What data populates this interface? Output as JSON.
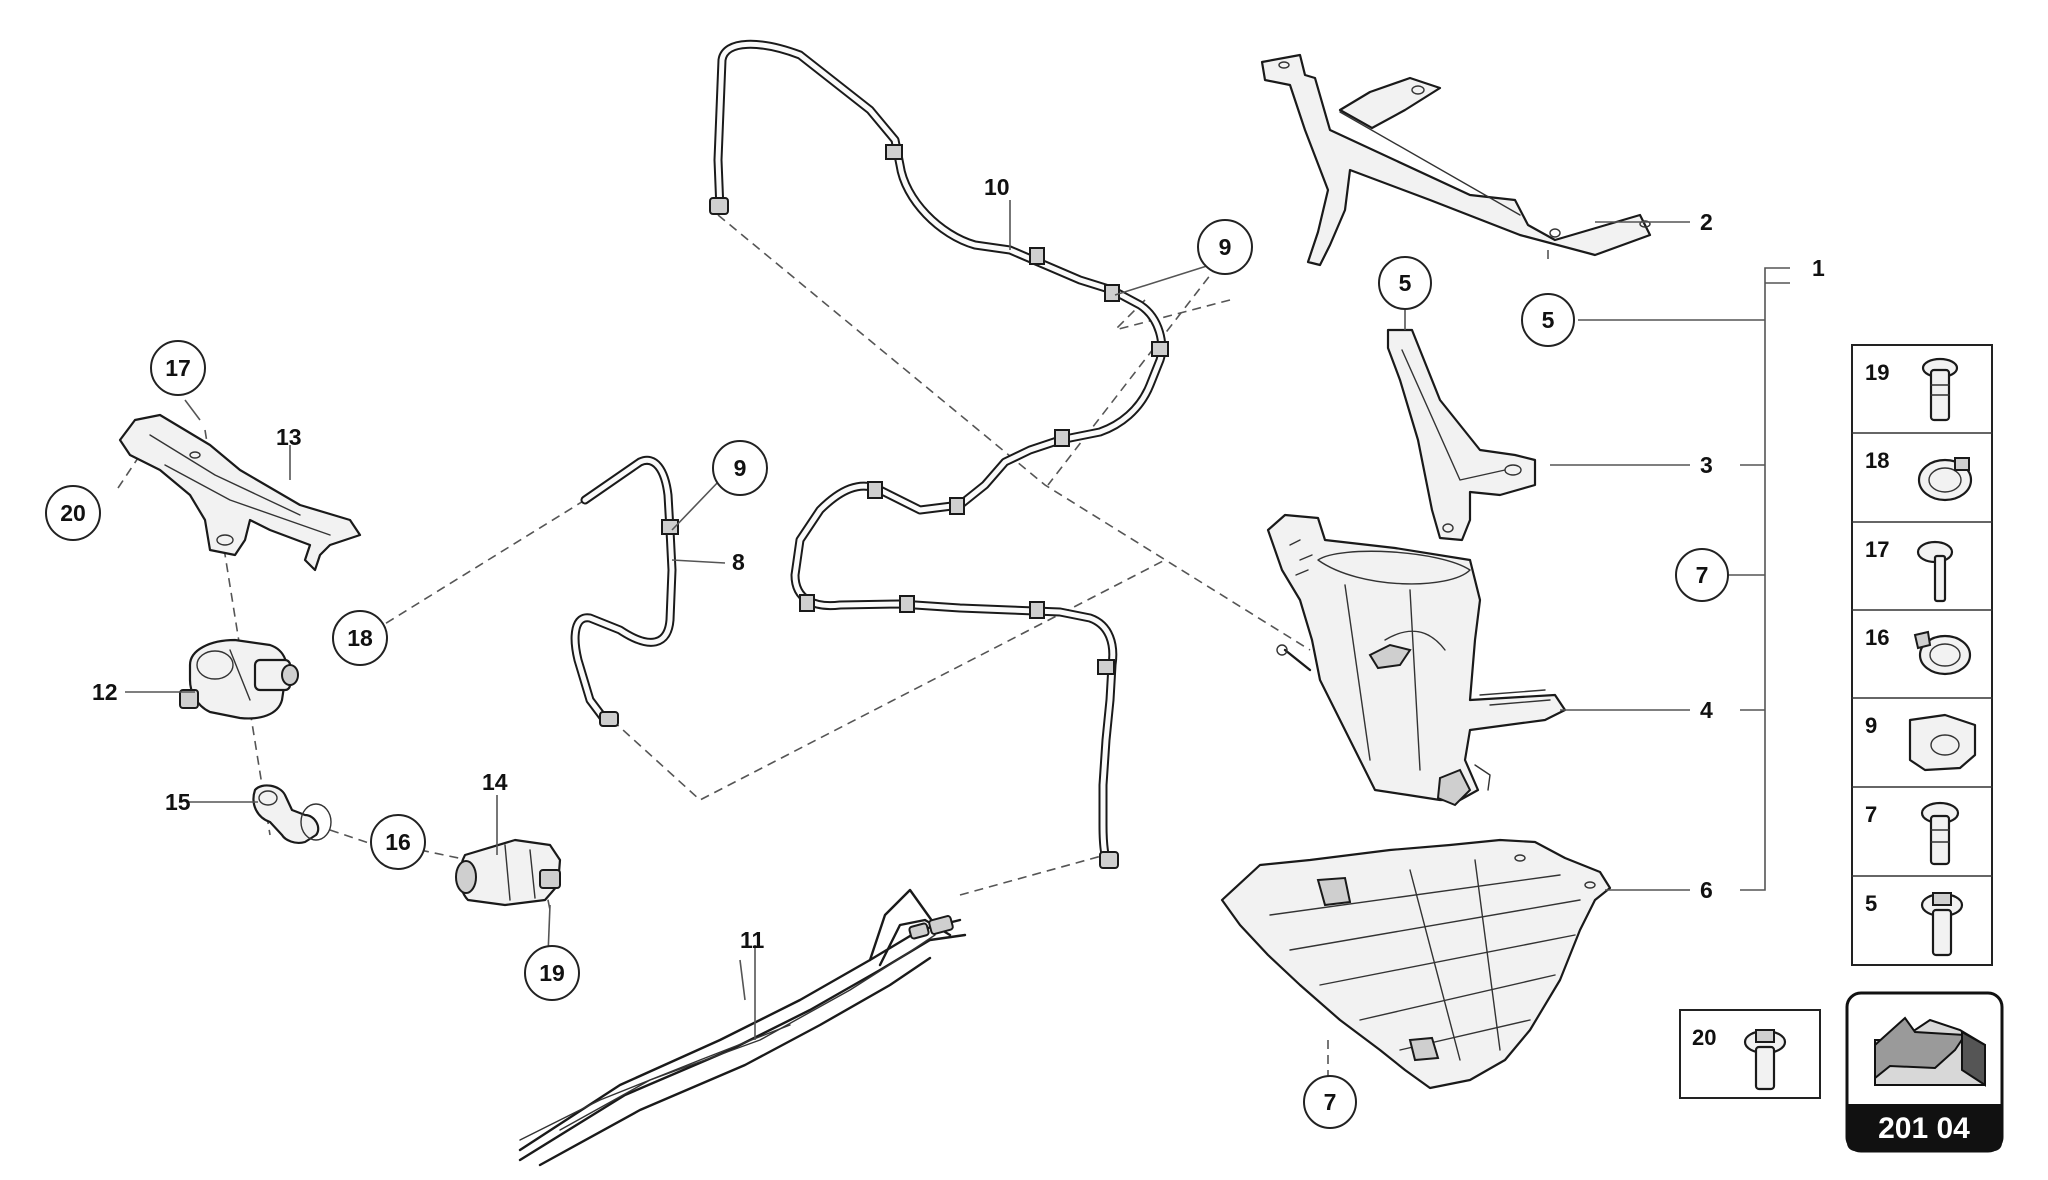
{
  "callouts": {
    "p1": "1",
    "p2": "2",
    "p3": "3",
    "p4": "4",
    "p5a": "5",
    "p5b": "5",
    "p6": "6",
    "p7a": "7",
    "p7b": "7",
    "p8": "8",
    "p9a": "9",
    "p9b": "9",
    "p10": "10",
    "p11": "11",
    "p12": "12",
    "p13": "13",
    "p14": "14",
    "p15": "15",
    "p16": "16",
    "p17": "17",
    "p18": "18",
    "p19": "19",
    "p20": "20"
  },
  "legend": {
    "items": [
      "19",
      "18",
      "17",
      "16",
      "9",
      "7",
      "5"
    ],
    "extra": "20"
  },
  "badge": {
    "code": "201 04",
    "icon": "arrow-navigation-icon"
  }
}
